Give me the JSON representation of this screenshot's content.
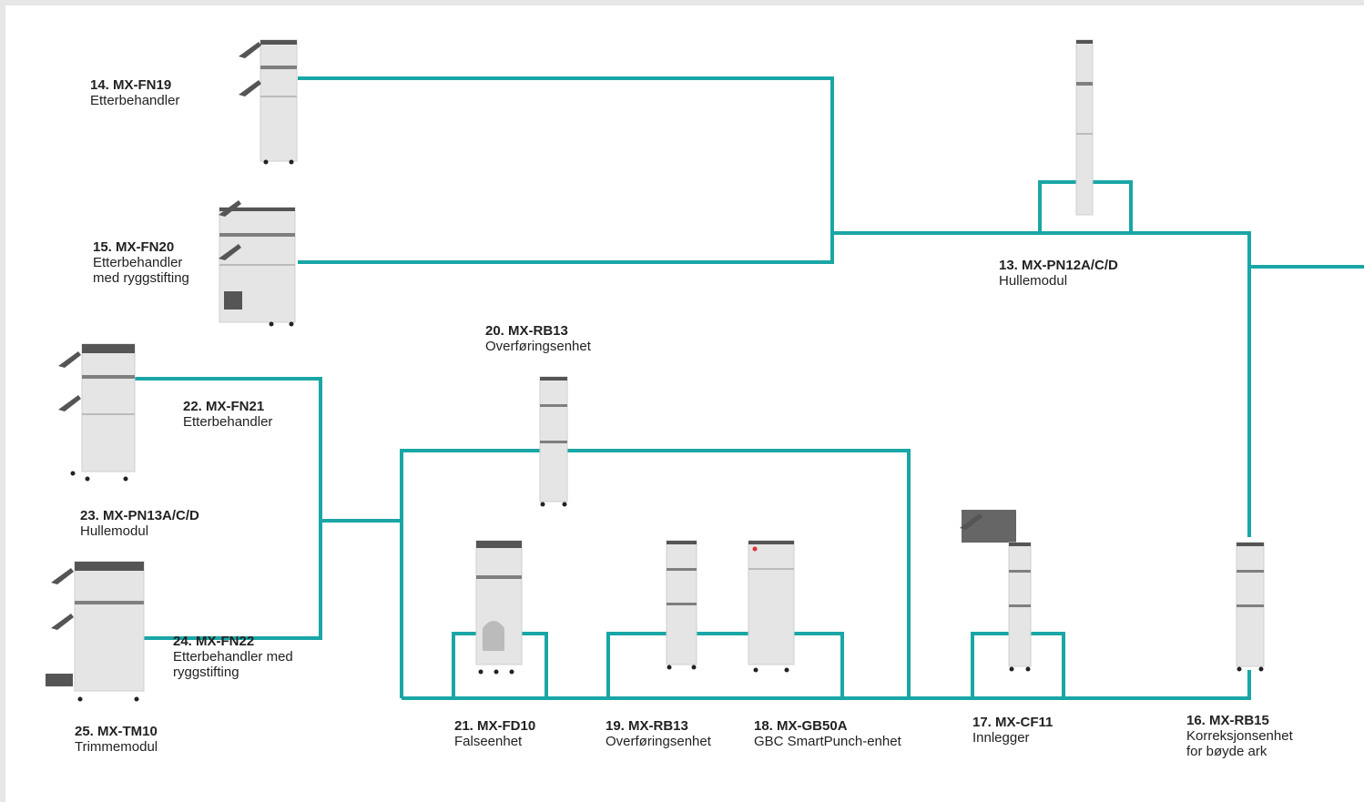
{
  "colors": {
    "line": "#1aa6a6",
    "cabinet": "#e5e5e5",
    "trim": "#7f7f7f",
    "dark": "#555555"
  },
  "modules": [
    {
      "key": "m14",
      "title": "14. MX-FN19",
      "desc": [
        "Etterbehandler"
      ],
      "icon": "finisher-icon"
    },
    {
      "key": "m15",
      "title": "15. MX-FN20",
      "desc": [
        "Etterbehandler",
        "med ryggstifting"
      ],
      "icon": "saddle-finisher-icon"
    },
    {
      "key": "m13",
      "title": "13. MX-PN12A/C/D",
      "desc": [
        "Hullemodul"
      ],
      "icon": "punch-module-icon"
    },
    {
      "key": "m20",
      "title": "20. MX-RB13",
      "desc": [
        "Overføringsenhet"
      ],
      "icon": "relay-unit-icon"
    },
    {
      "key": "m22",
      "title": "22. MX-FN21",
      "desc": [
        "Etterbehandler"
      ],
      "icon": "finisher-icon"
    },
    {
      "key": "m23",
      "title": "23. MX-PN13A/C/D",
      "desc": [
        "Hullemodul"
      ],
      "icon": "punch-module-icon"
    },
    {
      "key": "m24",
      "title": "24. MX-FN22",
      "desc": [
        "Etterbehandler med",
        "ryggstifting"
      ],
      "icon": "saddle-finisher-icon"
    },
    {
      "key": "m25",
      "title": "25. MX-TM10",
      "desc": [
        "Trimmemodul"
      ],
      "icon": "trimmer-icon"
    },
    {
      "key": "m21",
      "title": "21. MX-FD10",
      "desc": [
        "Falseenhet"
      ],
      "icon": "folding-unit-icon"
    },
    {
      "key": "m19",
      "title": "19. MX-RB13",
      "desc": [
        "Overføringsenhet"
      ],
      "icon": "relay-unit-icon"
    },
    {
      "key": "m18",
      "title": "18. MX-GB50A",
      "desc": [
        "GBC SmartPunch-enhet"
      ],
      "icon": "smartpunch-icon"
    },
    {
      "key": "m17",
      "title": "17. MX-CF11",
      "desc": [
        "Innlegger"
      ],
      "icon": "inserter-icon"
    },
    {
      "key": "m16",
      "title": "16. MX-RB15",
      "desc": [
        "Korreksjonsenhet",
        "for bøyde ark"
      ],
      "icon": "decurler-icon"
    }
  ]
}
